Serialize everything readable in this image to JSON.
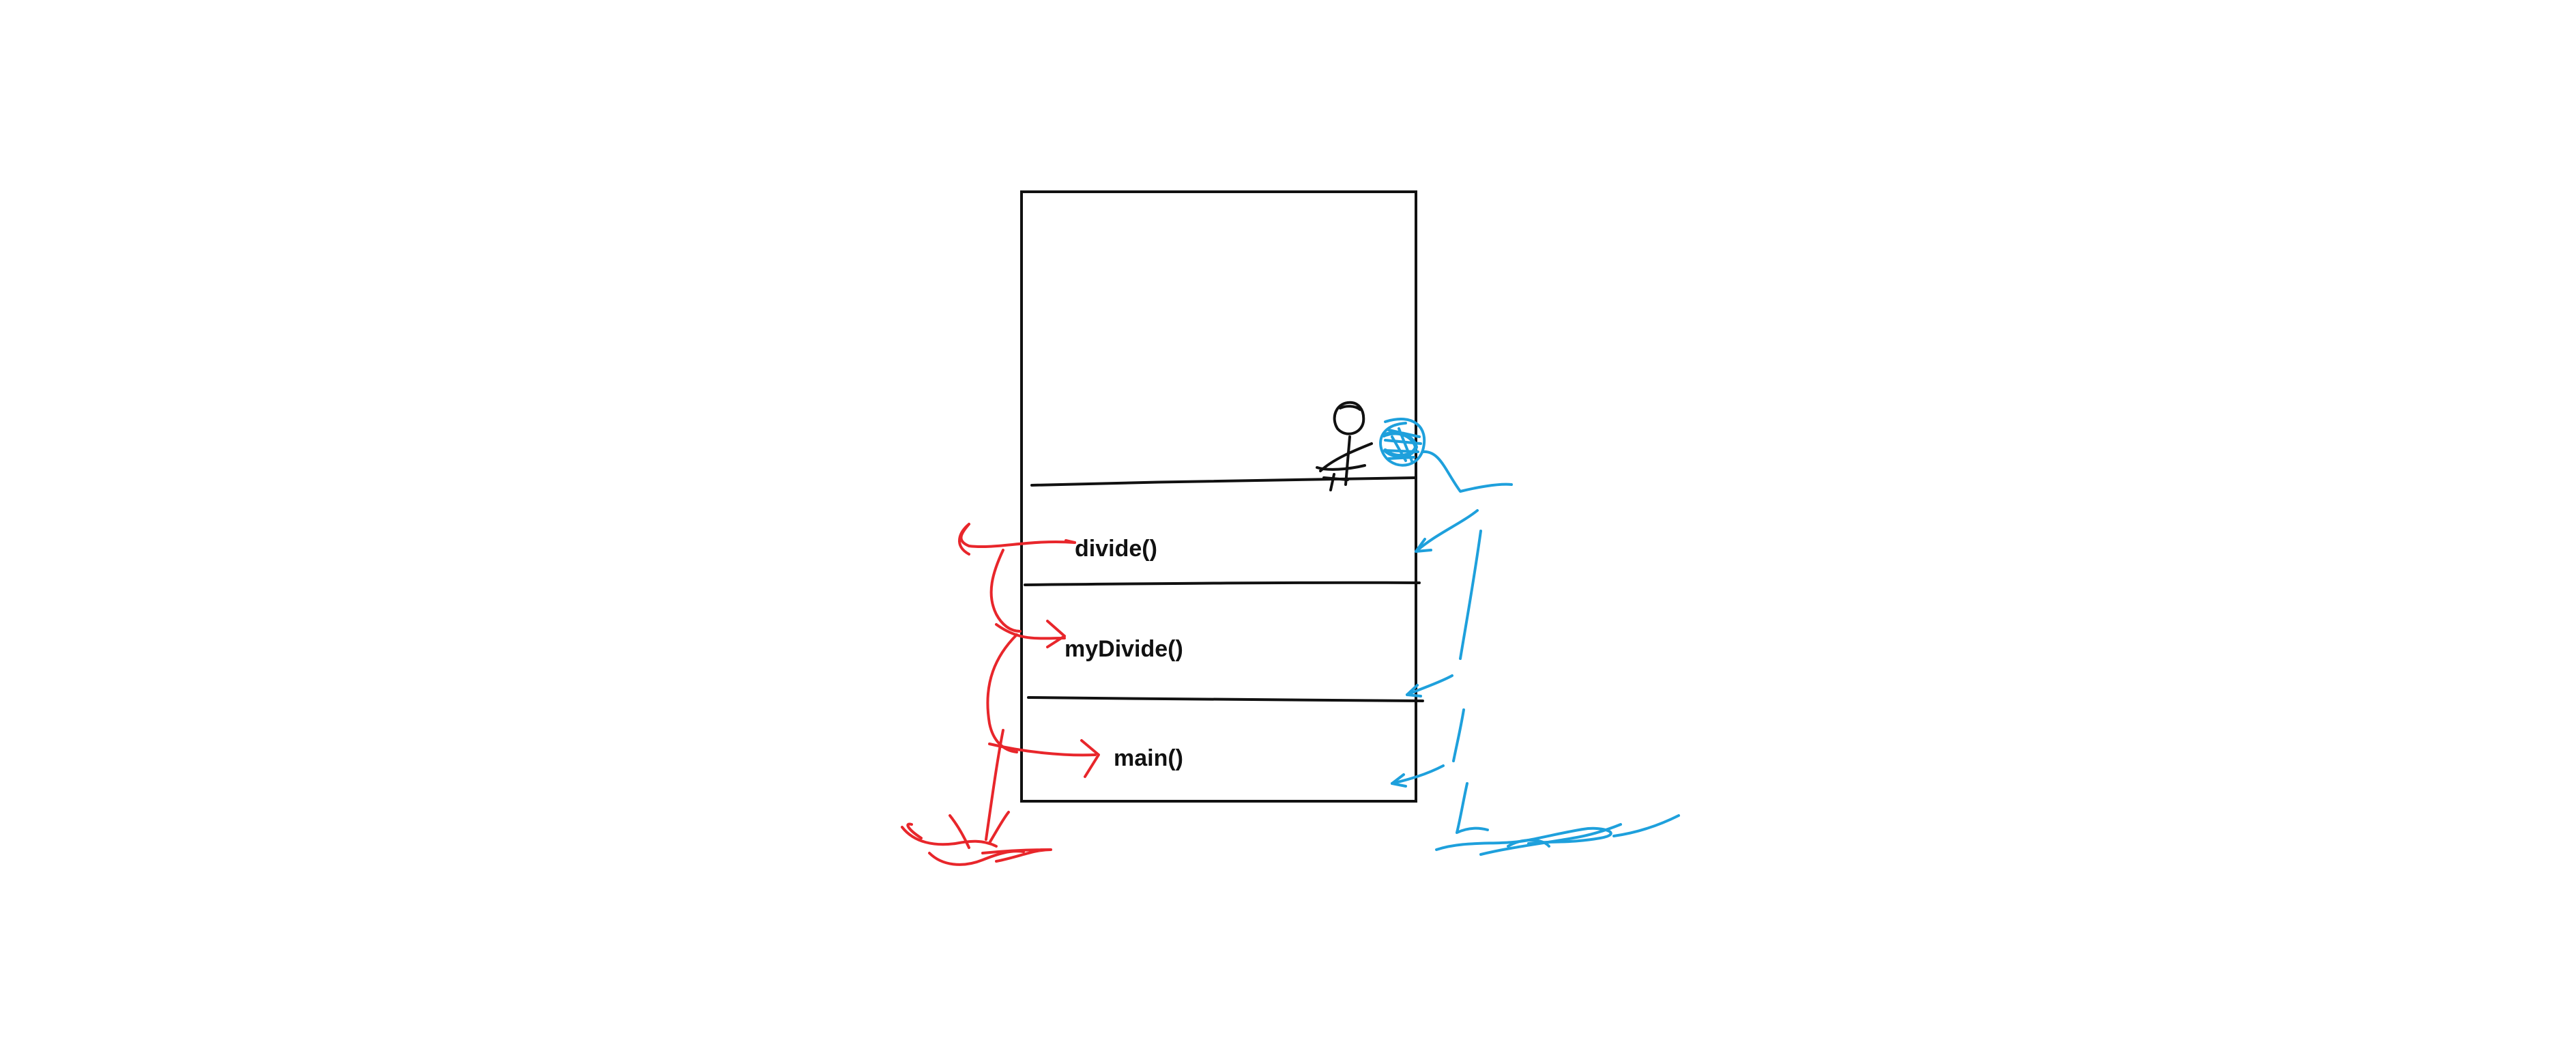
{
  "diagram": {
    "frames": [
      {
        "label": "divide()"
      },
      {
        "label": "myDivide()"
      },
      {
        "label": "main()"
      }
    ],
    "colors": {
      "outline": "#111111",
      "red": "#e8262b",
      "blue": "#1ea0dc",
      "background": "#ffffff"
    },
    "icons": [
      "stick-figure-icon",
      "red-arrow-icon",
      "blue-arrow-icon"
    ]
  }
}
